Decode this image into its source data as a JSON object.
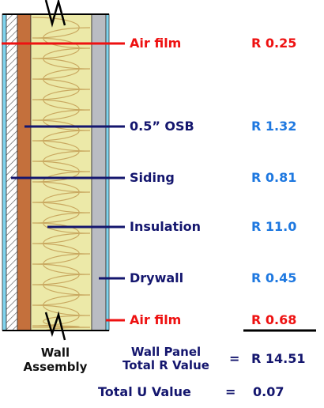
{
  "layers": [
    {
      "label": "Air film",
      "r_value": "R 0.25",
      "highlight": true
    },
    {
      "label": "0.5” OSB",
      "r_value": "R 1.32",
      "highlight": false
    },
    {
      "label": "Siding",
      "r_value": "R 0.81",
      "highlight": false
    },
    {
      "label": "Insulation",
      "r_value": "R 11.0",
      "highlight": false
    },
    {
      "label": "Drywall",
      "r_value": "R 0.45",
      "highlight": false
    },
    {
      "label": "Air film",
      "r_value": "R 0.68",
      "highlight": true
    }
  ],
  "wall_assembly_label": [
    "Wall",
    "Assembly"
  ],
  "total_r": {
    "label": [
      "Wall Panel",
      "Total R Value"
    ],
    "equals": "=",
    "value": "R 14.51"
  },
  "total_u": {
    "label": "Total U Value",
    "equals": "=",
    "value": "0.07"
  },
  "colors": {
    "navy": "#14166e",
    "red": "#ee1111",
    "r_value_blue": "#1e78e0",
    "siding_cyan": "#7fd4ee",
    "osb_brown": "#c4703c",
    "insulation_yellow": "#ece9a8",
    "drywall_gray": "#b9bcc2"
  }
}
